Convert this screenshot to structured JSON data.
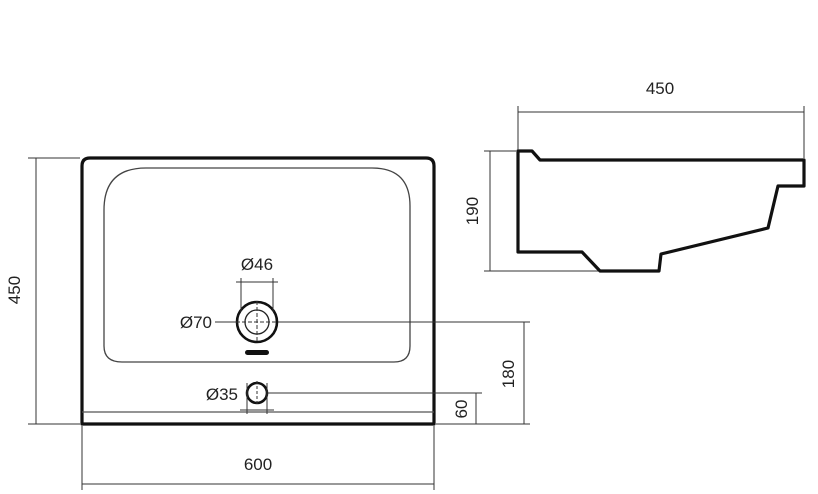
{
  "colors": {
    "outline": "#111111",
    "dimension_line": "#333333",
    "text": "#222222",
    "background": "#ffffff"
  },
  "top_view": {
    "dimensions": {
      "width": "600",
      "depth": "450",
      "tap_hole_to_front": "180",
      "overflow_to_front": "60"
    },
    "holes": {
      "tap_hole_inner": "Ø46",
      "tap_hole_outer": "Ø70",
      "overflow_hole": "Ø35"
    }
  },
  "side_view": {
    "dimensions": {
      "depth": "450",
      "height": "190"
    }
  }
}
